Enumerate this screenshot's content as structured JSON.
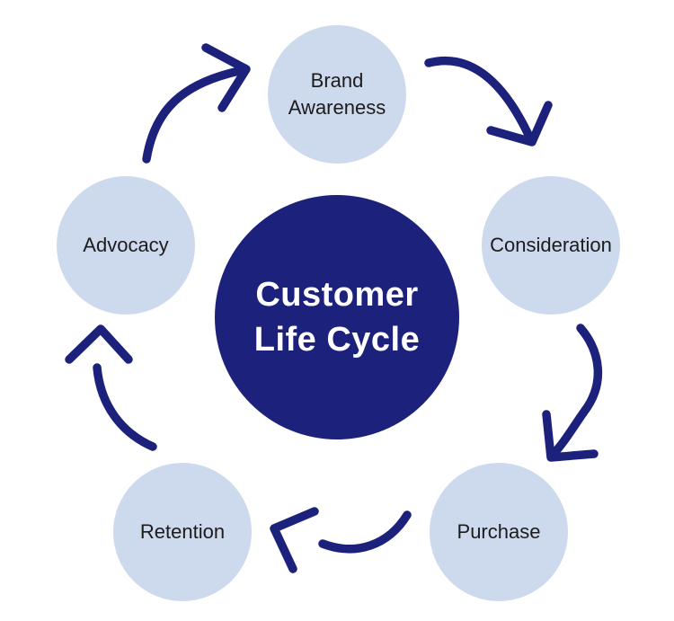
{
  "title": "Customer Life Cycle",
  "center": {
    "line1": "Customer",
    "line2": "Life Cycle"
  },
  "nodes": [
    {
      "id": "brand-awareness",
      "label": "Brand Awareness"
    },
    {
      "id": "consideration",
      "label": "Consideration"
    },
    {
      "id": "purchase",
      "label": "Purchase"
    },
    {
      "id": "retention",
      "label": "Retention"
    },
    {
      "id": "advocacy",
      "label": "Advocacy"
    }
  ],
  "arrows": [
    {
      "from": "advocacy",
      "to": "brand-awareness"
    },
    {
      "from": "brand-awareness",
      "to": "consideration"
    },
    {
      "from": "consideration",
      "to": "purchase"
    },
    {
      "from": "purchase",
      "to": "retention"
    },
    {
      "from": "retention",
      "to": "advocacy"
    }
  ],
  "colors": {
    "canvas_bg": "#FFFFFF",
    "center_fill": "#1C227C",
    "center_text": "#FFFFFF",
    "node_fill": "#CDD9ED",
    "node_text": "#1C1C1C",
    "arrow_stroke": "#1C227C"
  }
}
